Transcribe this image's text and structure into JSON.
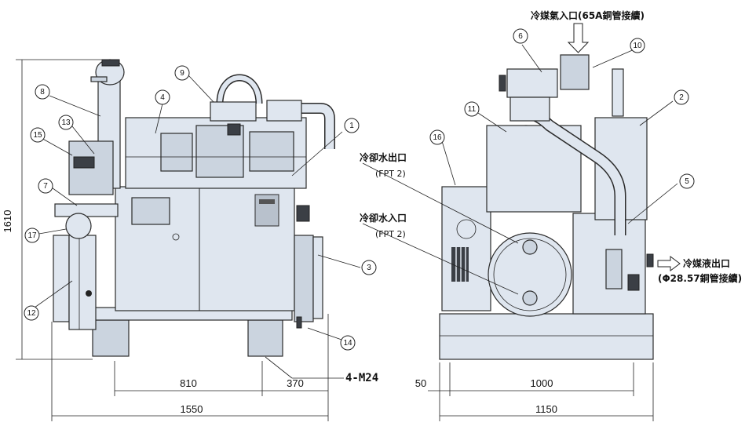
{
  "labels": {
    "refrigerant_gas_inlet": "冷媒氣入口(65A銅管接續)",
    "cooling_water_outlet": "冷卻水出口",
    "cooling_water_outlet_spec": "(FPT 2)",
    "cooling_water_inlet": "冷卻水入口",
    "cooling_water_inlet_spec": "(FPT 2)",
    "refrigerant_liquid_outlet": "冷媒液出口",
    "refrigerant_liquid_outlet_spec": "(Φ28.57銅管接續)",
    "anchor_bolts": "4-M24"
  },
  "dimensions": {
    "height": "1610",
    "front_width": "1550",
    "front_span_a": "810",
    "front_span_b": "370",
    "side_offset": "50",
    "side_span": "1000",
    "side_width": "1150"
  },
  "callouts": [
    "1",
    "2",
    "3",
    "4",
    "5",
    "6",
    "7",
    "8",
    "9",
    "10",
    "11",
    "12",
    "13",
    "14",
    "15",
    "16",
    "17"
  ]
}
